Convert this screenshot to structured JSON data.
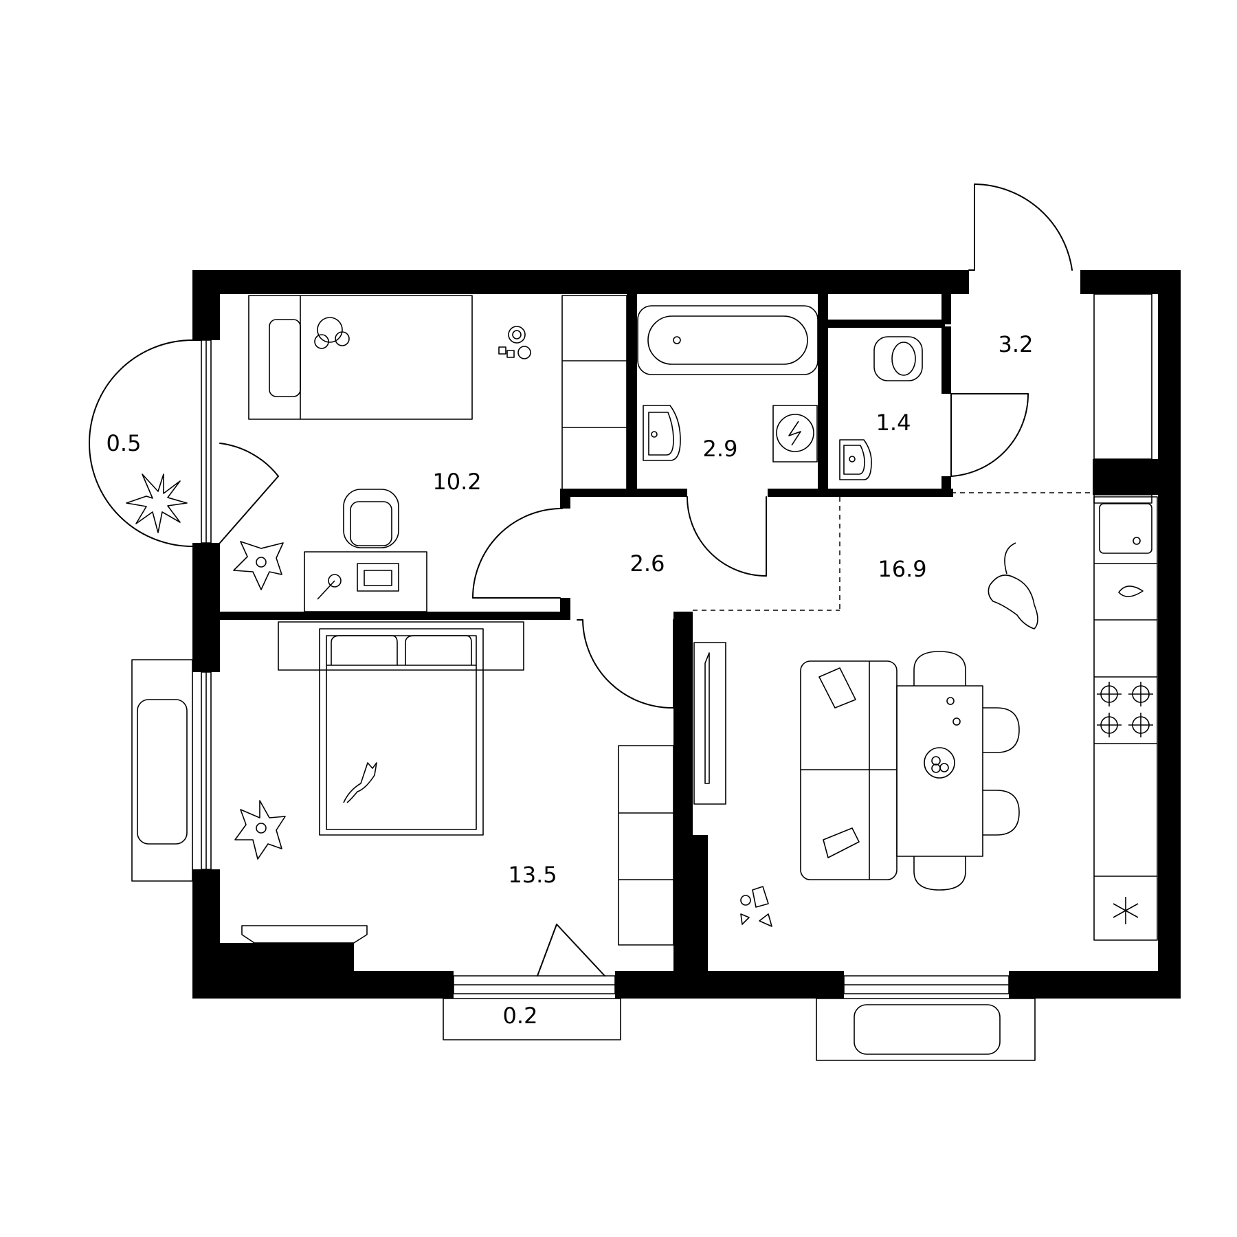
{
  "rooms": {
    "balcony_left": {
      "area": "0.5"
    },
    "kids_room": {
      "area": "10.2"
    },
    "bathroom": {
      "area": "2.9"
    },
    "toilet": {
      "area": "1.4"
    },
    "entrance": {
      "area": "3.2"
    },
    "hallway": {
      "area": "2.6"
    },
    "bedroom": {
      "area": "13.5"
    },
    "kitchen_living": {
      "area": "16.9"
    },
    "balcony_bottom": {
      "area": "0.2"
    }
  },
  "colors": {
    "wall": "#000000",
    "line": "#000000",
    "background": "#ffffff"
  }
}
